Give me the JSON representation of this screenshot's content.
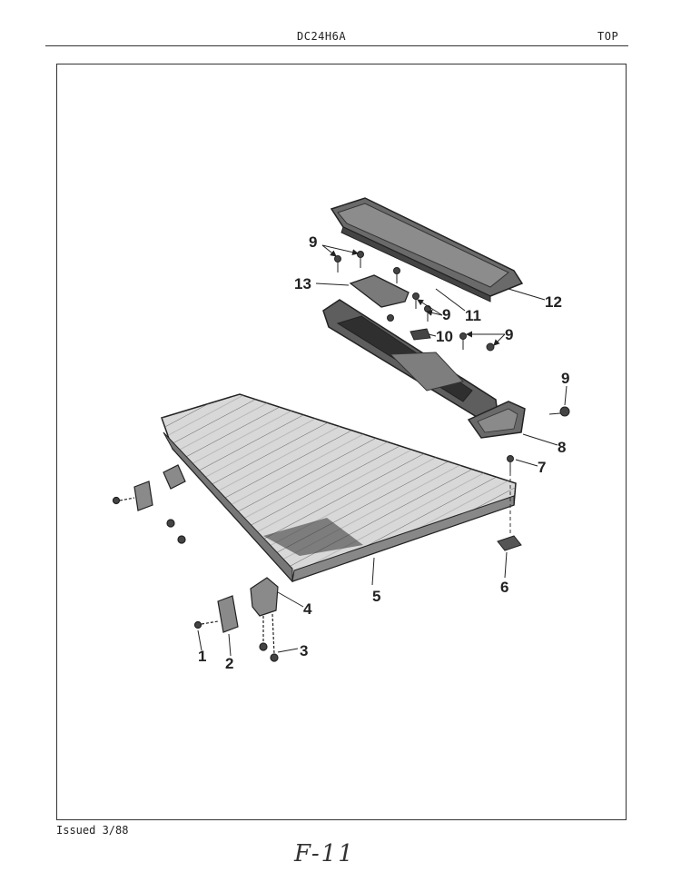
{
  "header": {
    "model": "DC24H6A",
    "section": "TOP"
  },
  "footer": {
    "issued": "Issued 3/88",
    "page_note": "F-11"
  },
  "callouts": {
    "c1": "1",
    "c2": "2",
    "c3": "3",
    "c4": "4",
    "c5": "5",
    "c6": "6",
    "c7": "7",
    "c8": "8",
    "c9a": "9",
    "c9b": "9",
    "c9c": "9",
    "c9d": "9",
    "c10": "10",
    "c11": "11",
    "c12": "12",
    "c13": "13"
  }
}
